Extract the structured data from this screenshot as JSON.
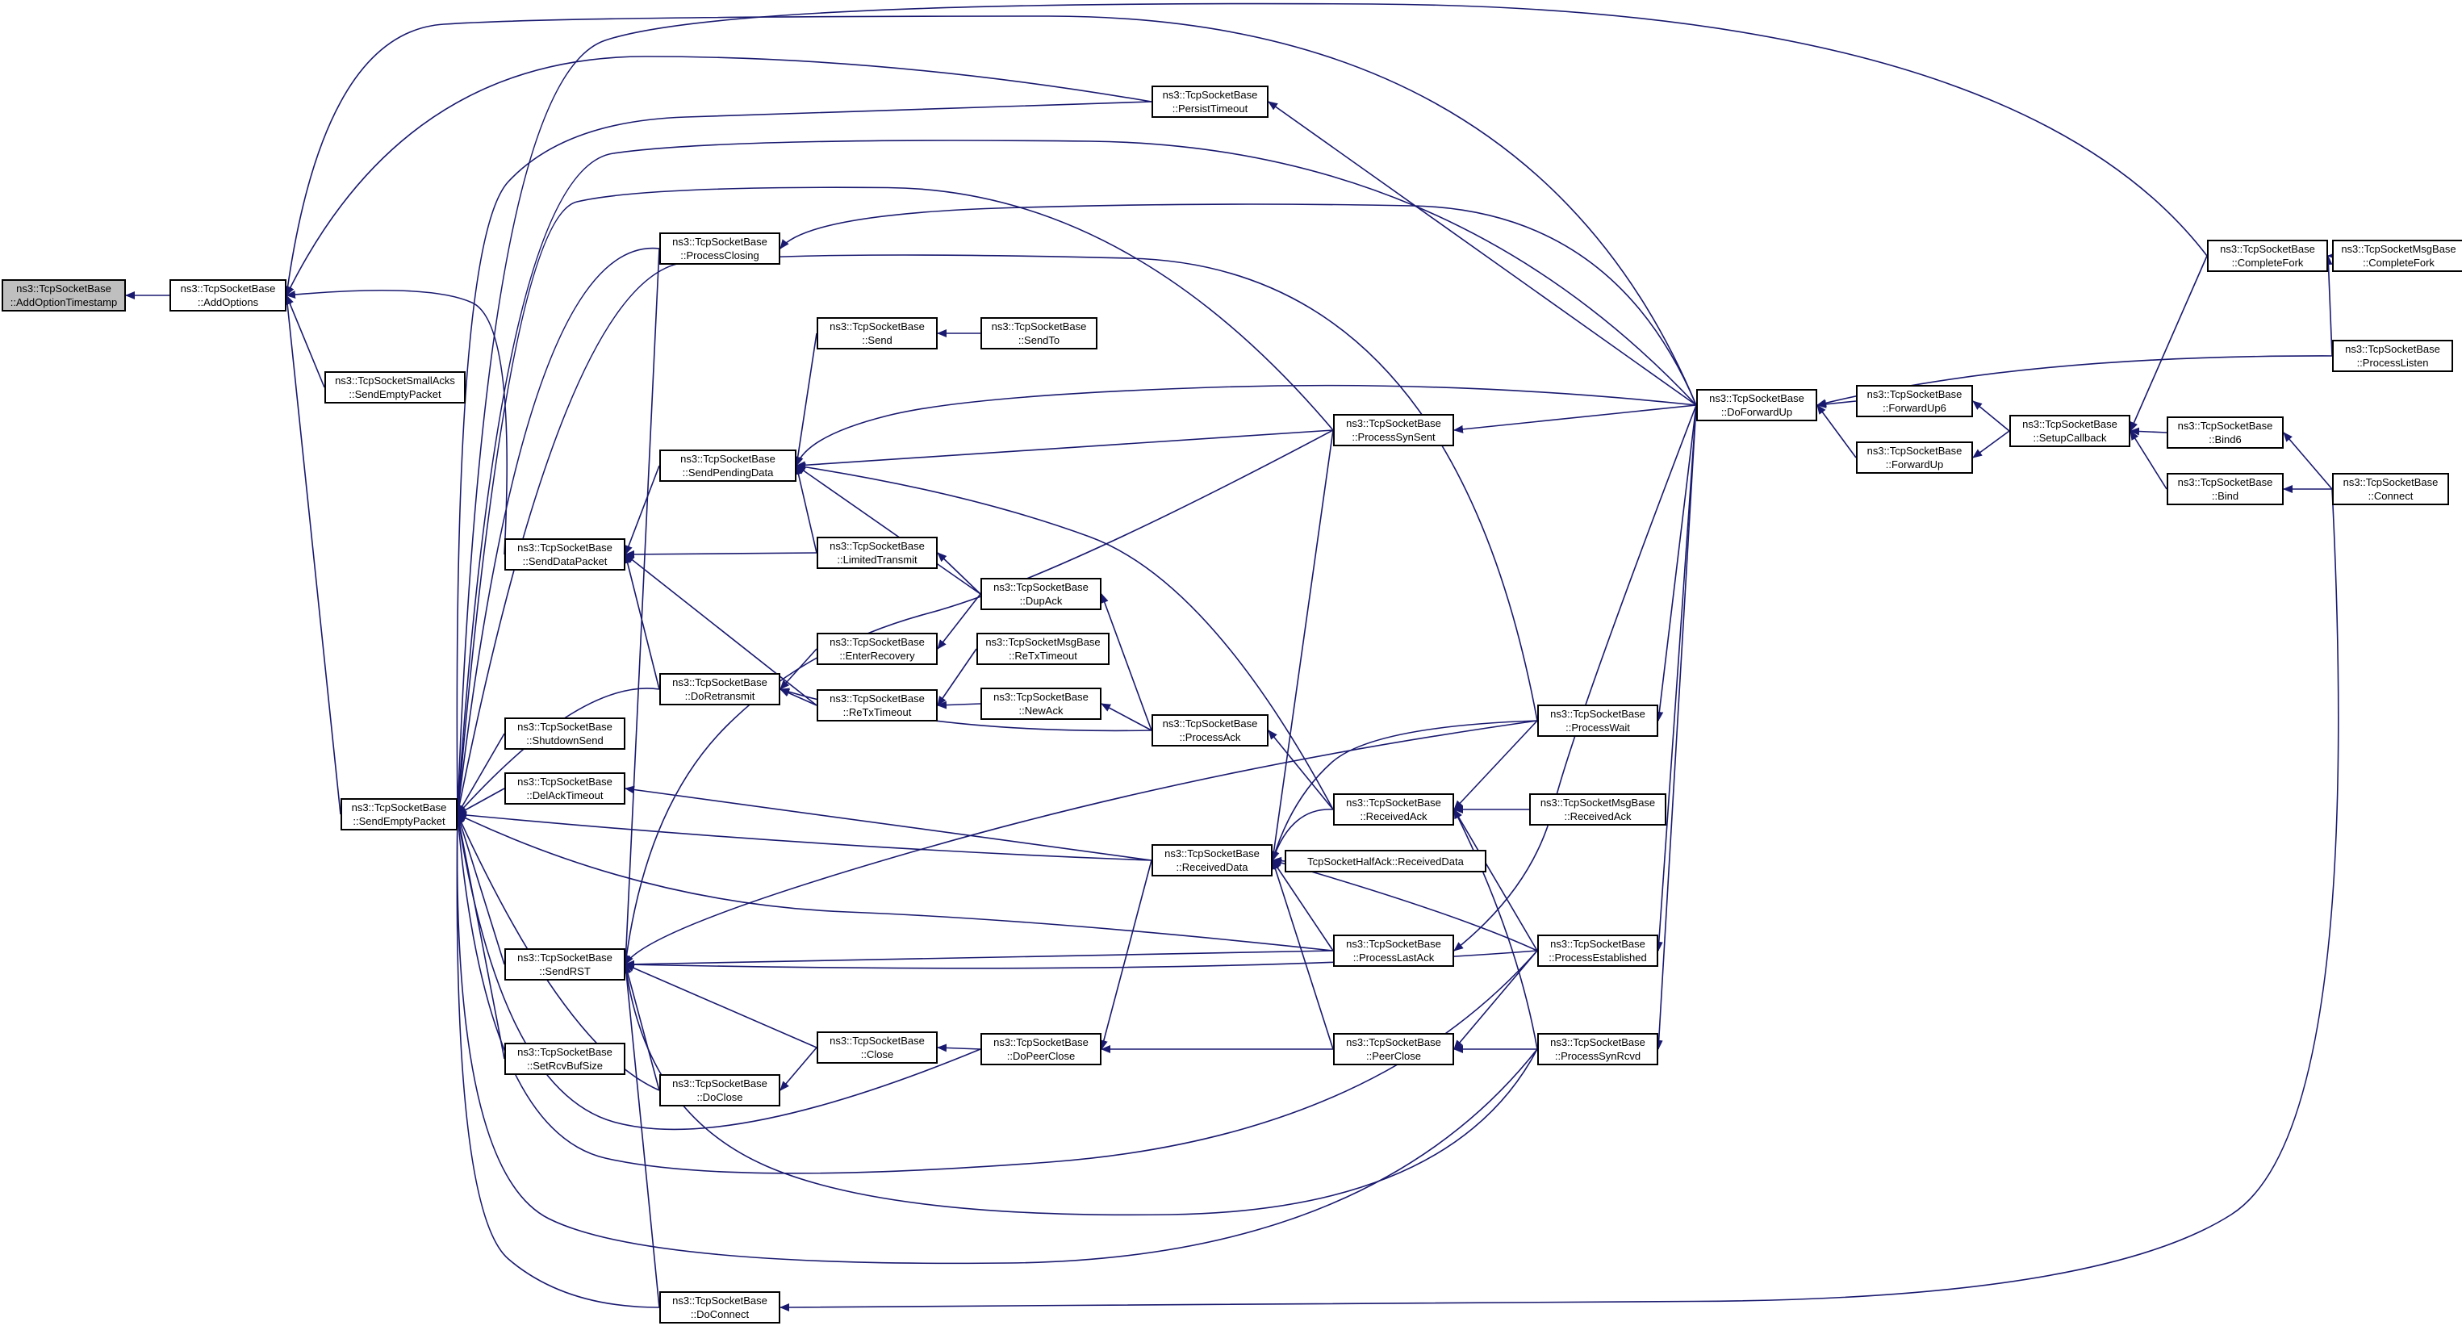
{
  "diagram": {
    "colors": {
      "edge": "#191970",
      "border": "#000000",
      "root_fill": "#bfbfbf",
      "node_fill": "#ffffff"
    },
    "nodes": [
      {
        "id": "addOptionTimestamp",
        "lines": [
          "ns3::TcpSocketBase",
          "::AddOptionTimestamp"
        ],
        "root": true
      },
      {
        "id": "addOptions",
        "lines": [
          "ns3::TcpSocketBase",
          "::AddOptions"
        ]
      },
      {
        "id": "smallAcksSendEmpty",
        "lines": [
          "ns3::TcpSocketSmallAcks",
          "::SendEmptyPacket"
        ]
      },
      {
        "id": "sendEmptyPacket",
        "lines": [
          "ns3::TcpSocketBase",
          "::SendEmptyPacket"
        ]
      },
      {
        "id": "sendDataPacket",
        "lines": [
          "ns3::TcpSocketBase",
          "::SendDataPacket"
        ]
      },
      {
        "id": "shutdownSend",
        "lines": [
          "ns3::TcpSocketBase",
          "::ShutdownSend"
        ]
      },
      {
        "id": "delAckTimeout",
        "lines": [
          "ns3::TcpSocketBase",
          "::DelAckTimeout"
        ]
      },
      {
        "id": "sendRST",
        "lines": [
          "ns3::TcpSocketBase",
          "::SendRST"
        ]
      },
      {
        "id": "setRcvBufSize",
        "lines": [
          "ns3::TcpSocketBase",
          "::SetRcvBufSize"
        ]
      },
      {
        "id": "processClosing",
        "lines": [
          "ns3::TcpSocketBase",
          "::ProcessClosing"
        ]
      },
      {
        "id": "send",
        "lines": [
          "ns3::TcpSocketBase",
          "::Send"
        ]
      },
      {
        "id": "sendPendingData",
        "lines": [
          "ns3::TcpSocketBase",
          "::SendPendingData"
        ]
      },
      {
        "id": "doRetransmit",
        "lines": [
          "ns3::TcpSocketBase",
          "::DoRetransmit"
        ]
      },
      {
        "id": "doClose",
        "lines": [
          "ns3::TcpSocketBase",
          "::DoClose"
        ]
      },
      {
        "id": "doConnect",
        "lines": [
          "ns3::TcpSocketBase",
          "::DoConnect"
        ]
      },
      {
        "id": "sendTo",
        "lines": [
          "ns3::TcpSocketBase",
          "::SendTo"
        ]
      },
      {
        "id": "limitedTransmit",
        "lines": [
          "ns3::TcpSocketBase",
          "::LimitedTransmit"
        ]
      },
      {
        "id": "enterRecovery",
        "lines": [
          "ns3::TcpSocketBase",
          "::EnterRecovery"
        ]
      },
      {
        "id": "reTxTimeout",
        "lines": [
          "ns3::TcpSocketBase",
          "::ReTxTimeout"
        ]
      },
      {
        "id": "close",
        "lines": [
          "ns3::TcpSocketBase",
          "::Close"
        ]
      },
      {
        "id": "persistTimeout",
        "lines": [
          "ns3::TcpSocketBase",
          "::PersistTimeout"
        ]
      },
      {
        "id": "dupAck",
        "lines": [
          "ns3::TcpSocketBase",
          "::DupAck"
        ]
      },
      {
        "id": "msgReTxTimeout",
        "lines": [
          "ns3::TcpSocketMsgBase",
          "::ReTxTimeout"
        ]
      },
      {
        "id": "newAck",
        "lines": [
          "ns3::TcpSocketBase",
          "::NewAck"
        ]
      },
      {
        "id": "doPeerClose",
        "lines": [
          "ns3::TcpSocketBase",
          "::DoPeerClose"
        ]
      },
      {
        "id": "processAck",
        "lines": [
          "ns3::TcpSocketBase",
          "::ProcessAck"
        ]
      },
      {
        "id": "receivedData",
        "lines": [
          "ns3::TcpSocketBase",
          "::ReceivedData"
        ]
      },
      {
        "id": "processSynSent",
        "lines": [
          "ns3::TcpSocketBase",
          "::ProcessSynSent"
        ]
      },
      {
        "id": "receivedAck",
        "lines": [
          "ns3::TcpSocketBase",
          "::ReceivedAck"
        ]
      },
      {
        "id": "halfAckReceivedData",
        "lines": [
          "TcpSocketHalfAck::ReceivedData"
        ]
      },
      {
        "id": "processLastAck",
        "lines": [
          "ns3::TcpSocketBase",
          "::ProcessLastAck"
        ]
      },
      {
        "id": "peerClose",
        "lines": [
          "ns3::TcpSocketBase",
          "::PeerClose"
        ]
      },
      {
        "id": "processWait",
        "lines": [
          "ns3::TcpSocketBase",
          "::ProcessWait"
        ]
      },
      {
        "id": "msgReceivedAck",
        "lines": [
          "ns3::TcpSocketMsgBase",
          "::ReceivedAck"
        ]
      },
      {
        "id": "processEstablished",
        "lines": [
          "ns3::TcpSocketBase",
          "::ProcessEstablished"
        ]
      },
      {
        "id": "processSynRcvd",
        "lines": [
          "ns3::TcpSocketBase",
          "::ProcessSynRcvd"
        ]
      },
      {
        "id": "doForwardUp",
        "lines": [
          "ns3::TcpSocketBase",
          "::DoForwardUp"
        ]
      },
      {
        "id": "forwardUp6",
        "lines": [
          "ns3::TcpSocketBase",
          "::ForwardUp6"
        ]
      },
      {
        "id": "forwardUp",
        "lines": [
          "ns3::TcpSocketBase",
          "::ForwardUp"
        ]
      },
      {
        "id": "setupCallback",
        "lines": [
          "ns3::TcpSocketBase",
          "::SetupCallback"
        ]
      },
      {
        "id": "completeFork",
        "lines": [
          "ns3::TcpSocketBase",
          "::CompleteFork"
        ]
      },
      {
        "id": "processListen",
        "lines": [
          "ns3::TcpSocketBase",
          "::ProcessListen"
        ]
      },
      {
        "id": "bind6",
        "lines": [
          "ns3::TcpSocketBase",
          "::Bind6"
        ]
      },
      {
        "id": "bind",
        "lines": [
          "ns3::TcpSocketBase",
          "::Bind"
        ]
      },
      {
        "id": "msgCompleteFork",
        "lines": [
          "ns3::TcpSocketMsgBase",
          "::CompleteFork"
        ]
      },
      {
        "id": "connect",
        "lines": [
          "ns3::TcpSocketBase",
          "::Connect"
        ]
      }
    ]
  }
}
